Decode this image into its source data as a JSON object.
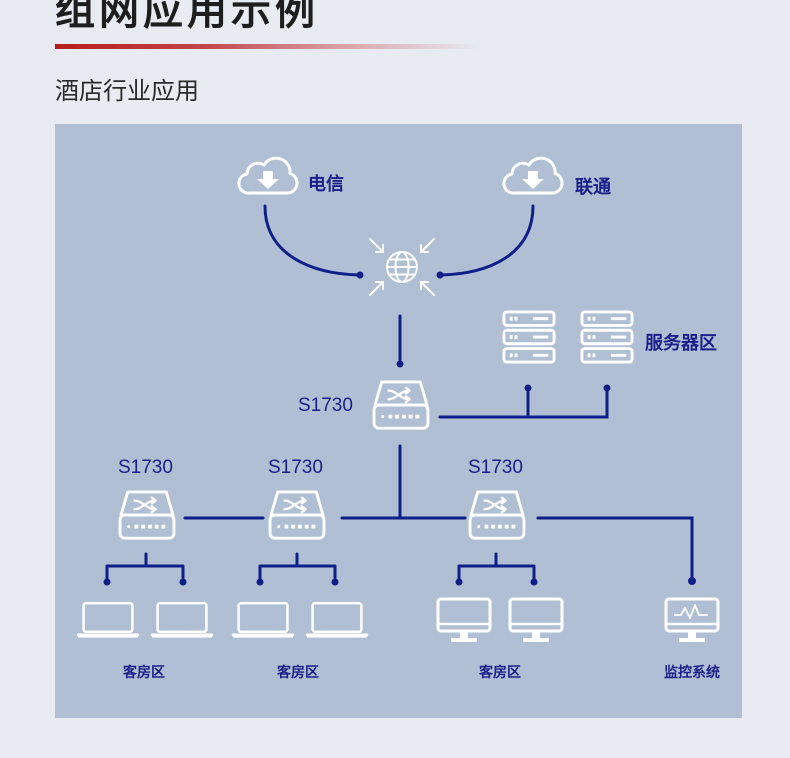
{
  "header": {
    "title": "组网应用示例",
    "subtitle": "酒店行业应用"
  },
  "diagram": {
    "isp": [
      {
        "label": "电信",
        "icon": "cloud-download-icon"
      },
      {
        "label": "联通",
        "icon": "cloud-download-icon"
      }
    ],
    "router_icon": "internet-globe-icon",
    "server_zone": {
      "label": "服务器区",
      "icon": "server-rack-icon",
      "count": 2
    },
    "core_switch": {
      "label": "S1730",
      "icon": "switch-icon"
    },
    "access_switches": [
      {
        "label": "S1730",
        "icon": "switch-icon"
      },
      {
        "label": "S1730",
        "icon": "switch-icon"
      },
      {
        "label": "S1730",
        "icon": "switch-icon"
      }
    ],
    "zones": [
      {
        "label": "客房区",
        "device": "laptop-icon"
      },
      {
        "label": "客房区",
        "device": "laptop-icon"
      },
      {
        "label": "客房区",
        "device": "desktop-monitor-icon"
      },
      {
        "label": "监控系统",
        "device": "monitoring-screen-icon"
      }
    ],
    "colors": {
      "background": "#e8ebf2",
      "panel": "#b0bfd3",
      "line": "#0f1f8a",
      "icon": "#ffffff",
      "accent": "#b71c1c"
    }
  }
}
